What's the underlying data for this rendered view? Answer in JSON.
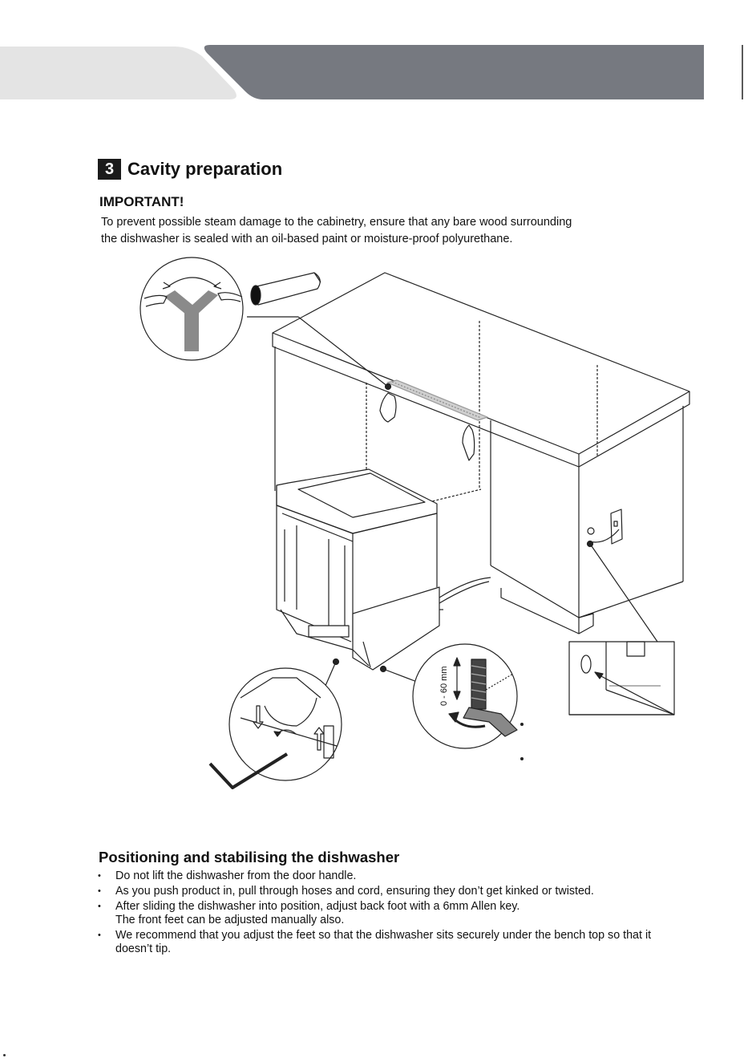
{
  "section": {
    "number": "3",
    "title": "Cavity preparation"
  },
  "important": {
    "heading": "IMPORTANT!",
    "text_line1": "To prevent possible steam damage to the cabinetry, ensure that any bare wood surrounding",
    "text_line2": "the dishwasher is sealed with an oil-based paint or moisture-proof polyurethane."
  },
  "diagram": {
    "foot_range_label": "0 - 60 mm"
  },
  "positioning": {
    "title": "Positioning and stabilising the dishwasher",
    "items": [
      "Do not lift the dishwasher from the door handle.",
      "As you push product in, pull through hoses and cord, ensuring they don’t get kinked or twisted.",
      "After sliding the dishwasher into position, adjust back foot with a 6mm Allen key.",
      "We recommend that you adjust the feet so that the dishwasher sits securely under the bench top so that  it doesn’t tip."
    ],
    "item3_sub": "The front feet can be adjusted manually also."
  },
  "colors": {
    "header_dark": "#767980",
    "header_light": "#e4e4e4",
    "tape_gray": "#8a8a8a"
  }
}
